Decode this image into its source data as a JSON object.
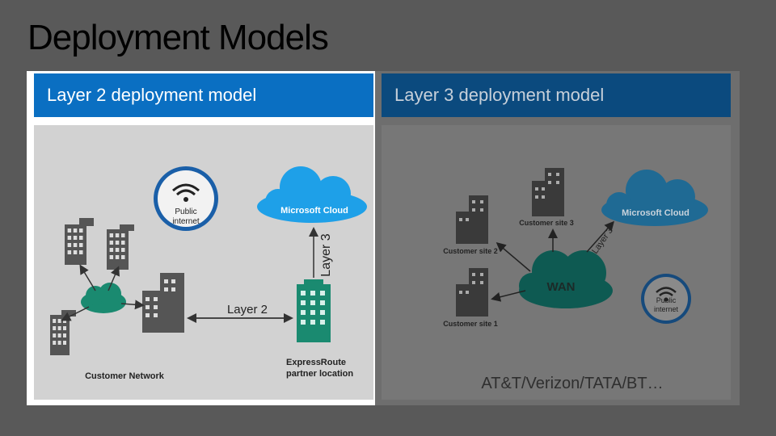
{
  "title": "Deployment Models",
  "left": {
    "header": "Layer 2 deployment model",
    "public_internet": "Public internet",
    "public_internet_l1": "Public",
    "public_internet_l2": "internet",
    "microsoft_cloud": "Microsoft Cloud",
    "layer3": "Layer 3",
    "layer2": "Layer 2",
    "customer_network": "Customer Network",
    "expressroute_l1": "ExpressRoute",
    "expressroute_l2": "partner location"
  },
  "right": {
    "header": "Layer 3 deployment model",
    "customer_site_3": "Customer site 3",
    "customer_site_2": "Customer site 2",
    "customer_site_1": "Customer site 1",
    "microsoft_cloud": "Microsoft Cloud",
    "layer3": "Layer 3",
    "wan": "WAN",
    "public_internet_l1": "Public",
    "public_internet_l2": "internet",
    "carriers": "AT&T/Verizon/TATA/BT…"
  },
  "colors": {
    "accent_blue": "#0a6fc2",
    "dark_blue": "#0b4a7e",
    "cloud_blue": "#1ea0e8",
    "wan_teal": "#0e5a52",
    "network_teal": "#1a8a70"
  }
}
